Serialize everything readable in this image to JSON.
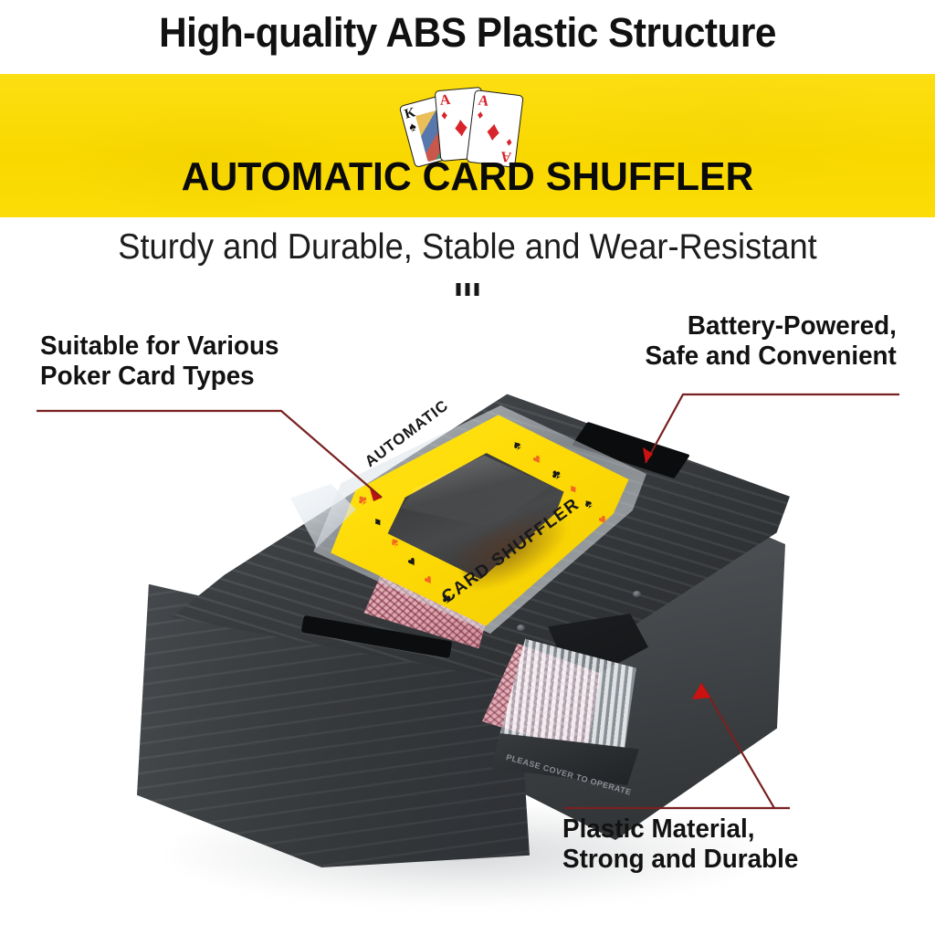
{
  "meta": {
    "kind": "product-marketing-infographic",
    "background_color": "#ffffff"
  },
  "header": {
    "headline": "High-quality ABS Plastic Structure"
  },
  "banner": {
    "background_color": "#fbdc0a",
    "title": "AUTOMATIC CARD SHUFFLER",
    "cards": [
      {
        "rank": "K",
        "suit_glyph": "♠",
        "suit_name": "spades",
        "color": "black"
      },
      {
        "rank": "A",
        "suit_glyph": "♦",
        "suit_name": "diamonds",
        "color": "red"
      },
      {
        "rank": "A",
        "suit_glyph": "♦",
        "suit_name": "diamonds",
        "color": "red"
      }
    ]
  },
  "subtitle": {
    "text": "Sturdy and Durable, Stable and Wear-Resistant",
    "separator_marks": 3
  },
  "callouts": [
    {
      "id": "various-poker-cards",
      "position": "top-left",
      "lines": [
        "Suitable for Various",
        "Poker Card Types"
      ],
      "leader_color": "#7a2020",
      "arrow_color": "#cc1111"
    },
    {
      "id": "battery-powered",
      "position": "top-right",
      "lines": [
        "Battery-Powered,",
        "Safe and Convenient"
      ],
      "leader_color": "#7a2020",
      "arrow_color": "#cc1111"
    },
    {
      "id": "plastic-material",
      "position": "bottom-right",
      "lines": [
        "Plastic Material,",
        "Strong and Durable"
      ],
      "leader_color": "#7a2020",
      "arrow_color": "#cc1111"
    }
  ],
  "product": {
    "name": "automatic-card-shuffler",
    "body_color": "#3a3d40",
    "lid_label": {
      "background_color": "#fdd905",
      "text_top": "AUTOMATIC",
      "text_bottom": "CARD SHUFFLER",
      "suits": [
        "♠",
        "♥",
        "♣",
        "♦",
        "♠",
        "♥",
        "♣",
        "♦",
        "♠",
        "♥",
        "♣"
      ]
    },
    "tray_label": "PLEASE COVER TO OPERATE",
    "card_back_color": "#dda9b2"
  }
}
